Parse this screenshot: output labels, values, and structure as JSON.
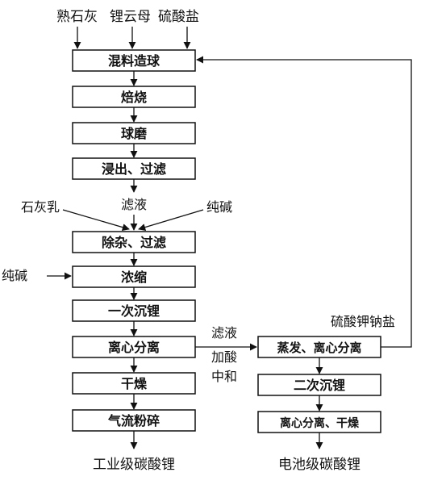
{
  "inputs": {
    "quicklime": "熟石灰",
    "lepidolite": "锂云母",
    "sulfate": "硫酸盐"
  },
  "steps": {
    "mix_pelletize": "混料造球",
    "roast": "焙烧",
    "ball_mill": "球磨",
    "leach_filter": "浸出、过滤",
    "remove_impurity_filter": "除杂、过滤",
    "concentrate": "浓缩",
    "first_li_precip": "一次沉锂",
    "centrifuge": "离心分离",
    "dry": "干燥",
    "airflow_pulverize": "气流粉碎",
    "evap_centrifuge": "蒸发、离心分离",
    "second_li_precip": "二次沉锂",
    "centrifuge_dry": "离心分离、干燥"
  },
  "labels": {
    "filtrate_1": "滤液",
    "lime_milk": "石灰乳",
    "soda_ash_1": "纯碱",
    "soda_ash_2": "纯碱",
    "filtrate_2": "滤液",
    "acid_add": "加酸",
    "neutralize": "中和",
    "k_na_sulfate": "硫酸钾钠盐"
  },
  "outputs": {
    "industrial": "工业级碳酸锂",
    "battery": "电池级碳酸锂"
  }
}
